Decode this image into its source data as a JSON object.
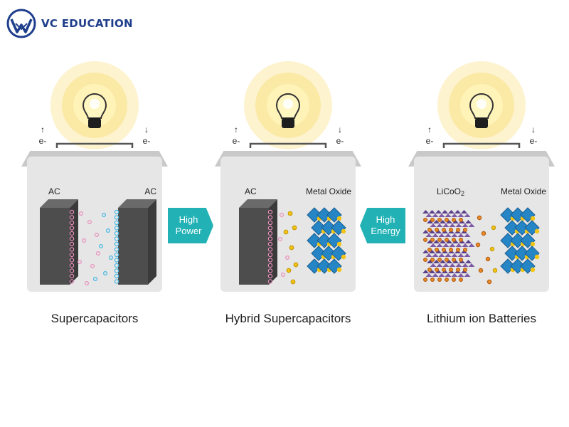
{
  "brand": {
    "name": "VC EDUCATION",
    "color": "#1f3e8c"
  },
  "colors": {
    "teal_arrow": "#22b2b5",
    "glow": "#fbe9a6",
    "electrode": "#4d4d4d",
    "pink_ion": "#e98fbc",
    "blue_ion": "#43b7e3",
    "yellow_ion": "#f2c414",
    "orange_ion": "#ed8a2a",
    "oxide": "#2585c5",
    "licoo2_layer": "#5b3f8a"
  },
  "electron_label": "e-",
  "panels": [
    {
      "id": "supercapacitors",
      "left_label": "AC",
      "right_label": "AC",
      "caption": "Supercapacitors"
    },
    {
      "id": "hybrid",
      "left_label": "AC",
      "right_label": "Metal Oxide",
      "caption": "Hybrid Supercapacitors"
    },
    {
      "id": "lithium",
      "left_label": "LiCoO2",
      "right_label": "Metal Oxide",
      "caption": "Lithium ion Batteries"
    }
  ],
  "arrows": [
    {
      "id": "high-power",
      "line1": "High",
      "line2": "Power",
      "direction": "right"
    },
    {
      "id": "high-energy",
      "line1": "High",
      "line2": "Energy",
      "direction": "left"
    }
  ]
}
